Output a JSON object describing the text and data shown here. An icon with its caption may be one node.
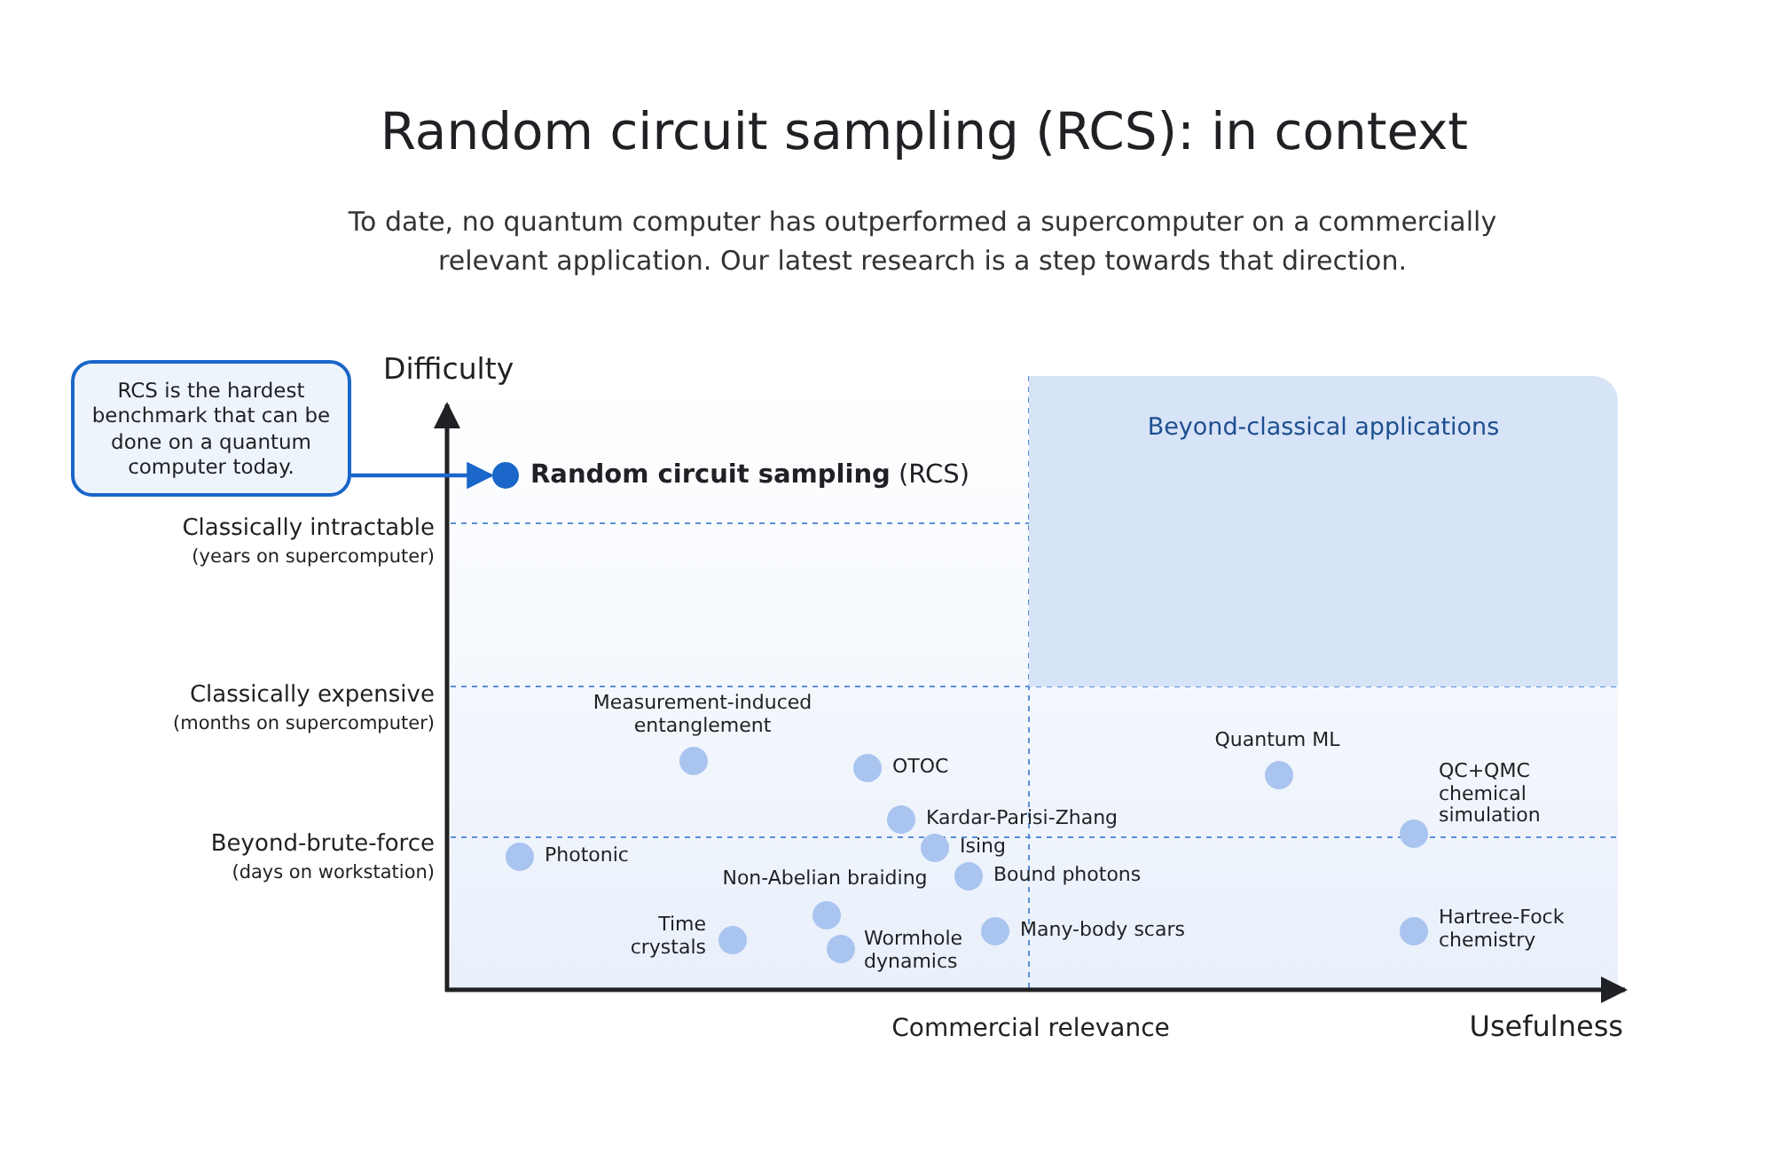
{
  "diagram": {
    "title": "Random circuit sampling (RCS): in context",
    "caption": "To date, no quantum computer has outperformed a supercomputer on a commercially relevant application. Our latest research is a step towards that direction.",
    "nodes": [
      {
        "text": [
          "RCS is the hardest benchmark that can be done on a quantum computer today."
        ]
      },
      {
        "text": [
          "**Random circuit sampling** (RCS)"
        ]
      },
      {
        "text": [
          "Beyond-classical applications"
        ]
      }
    ],
    "edges": [
      {
        "from": 0,
        "to": 1,
        "arrow": "to"
      }
    ],
    "labels": [
      "Difficulty",
      "Classically intractable",
      "(years on supercomputer)",
      "Classically expensive",
      "(months on supercomputer)",
      "Measurement-induced entanglement",
      "OTOC",
      "Quantum ML",
      "QC+QMC chemical simulation",
      "Kardar-Parisi-Zhang",
      "Beyond-brute-force",
      "(days on workstation)",
      "Photonic",
      "Ising",
      "Non-Abelian braiding",
      "Bound photons",
      "Time crystals",
      "Many-body scars",
      "Hartree-Fock chemistry",
      "Wormhole dynamics",
      "Commercial relevance",
      "Usefulness"
    ]
  }
}
